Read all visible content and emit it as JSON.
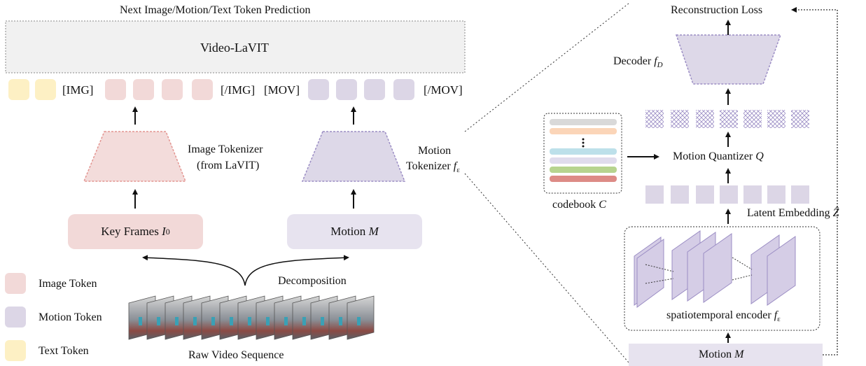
{
  "colors": {
    "image_token": "#f2d9d8",
    "motion_token": "#dcd6e6",
    "text_token": "#fdf0c4",
    "image_tokenizer_fill": "#f3dcdb",
    "image_tokenizer_stroke": "#e39591",
    "motion_tokenizer_fill": "#ddd8e8",
    "motion_tokenizer_stroke": "#9b8dc4",
    "llm_fill": "#f1f1f1",
    "codebook_bars": [
      "#d9d9d9",
      "#fbd5b8",
      "#bde0ea",
      "#e0dced",
      "#b7d48f",
      "#dd8b86"
    ]
  },
  "left": {
    "top_title": "Next Image/Motion/Text Token Prediction",
    "llm_label": "Video-LaVIT",
    "seq_img_open": "[IMG]",
    "seq_img_close": "[/IMG]",
    "seq_mov_open": "[MOV]",
    "seq_mov_close": "[/MOV]",
    "image_tokenizer_line1": "Image Tokenizer",
    "image_tokenizer_line2": "(from LaVIT)",
    "motion_tokenizer_line1": "Motion",
    "motion_tokenizer_line2": "Tokenizer",
    "motion_tokenizer_symbol": "f",
    "motion_tokenizer_sub": "ε",
    "key_frames_label": "Key Frames",
    "key_frames_symbol": "I",
    "key_frames_sub": "0",
    "motion_label": "Motion",
    "motion_symbol": "M",
    "decomposition": "Decomposition",
    "raw_video": "Raw Video Sequence"
  },
  "legend": [
    {
      "label": "Image Token",
      "color": "#f2d9d8"
    },
    {
      "label": "Motion Token",
      "color": "#dcd6e6"
    },
    {
      "label": "Text Token",
      "color": "#fdf0c4"
    }
  ],
  "right": {
    "reconstruction_loss": "Reconstruction Loss",
    "decoder_label": "Decoder",
    "decoder_symbol": "f",
    "decoder_sub": "D",
    "quantizer_label": "Motion Quantizer",
    "quantizer_symbol": "Q",
    "codebook_label": "codebook",
    "codebook_symbol": "C",
    "latent_label": "Latent Embedding",
    "latent_symbol": "Ẑ",
    "encoder_label": "spatiotemporal encoder",
    "encoder_symbol": "f",
    "encoder_sub": "ε",
    "motion_input_label": "Motion",
    "motion_input_symbol": "M"
  }
}
